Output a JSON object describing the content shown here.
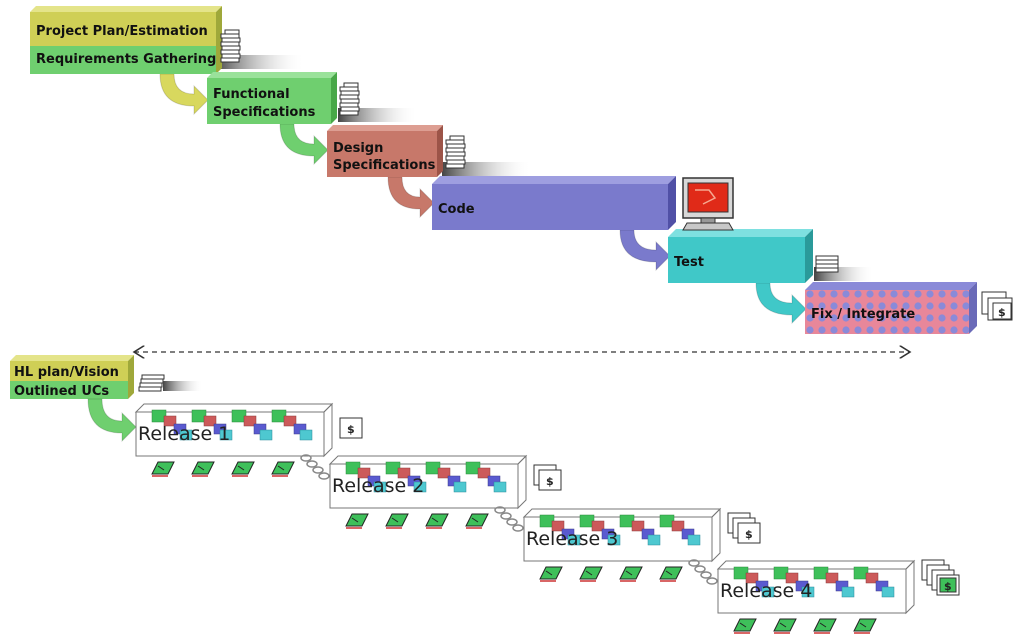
{
  "waterfall": {
    "stages": [
      {
        "id": "plan",
        "lines": [
          "Project Plan/Estimation"
        ],
        "color": "#cfcf56",
        "stack_icon": "document-stack-icon"
      },
      {
        "id": "req",
        "lines": [
          "Requirements Gathering"
        ],
        "color": "#6fcf6f",
        "stack_icon": "document-stack-icon"
      },
      {
        "id": "func",
        "lines": [
          "Functional",
          "Specifications"
        ],
        "color": "#6fcf6f",
        "stack_icon": "document-stack-icon"
      },
      {
        "id": "design",
        "lines": [
          "Design",
          "Specifications"
        ],
        "color": "#c7786a",
        "stack_icon": "document-stack-icon"
      },
      {
        "id": "code",
        "lines": [
          "Code"
        ],
        "color": "#7a7acc",
        "stack_icon": "computer-monitor-icon"
      },
      {
        "id": "test",
        "lines": [
          "Test"
        ],
        "color": "#40c8c8",
        "stack_icon": "document-stack-icon"
      },
      {
        "id": "fix",
        "lines": [
          "Fix / Integrate"
        ],
        "color": "#e88898",
        "stack_icon": "money-document-stack-icon"
      }
    ],
    "arrow_colors": [
      "#d8d85e",
      "#6fcf6f",
      "#c7786a",
      "#7a7acc",
      "#40c8c8"
    ]
  },
  "iterative": {
    "start": {
      "lines": [
        "HL plan/Vision",
        "Outlined UCs"
      ],
      "top_color": "#cfcf56",
      "bottom_color": "#6fcf6f"
    },
    "releases": [
      {
        "label": "Release 1"
      },
      {
        "label": "Release 2"
      },
      {
        "label": "Release 3"
      },
      {
        "label": "Release 4"
      }
    ],
    "block_colors": {
      "green": "#3ec05a",
      "red": "#cc5a5a",
      "blue": "#5a5ad0",
      "cyan": "#4ec8d0"
    },
    "note_color": "#3ec05a"
  }
}
